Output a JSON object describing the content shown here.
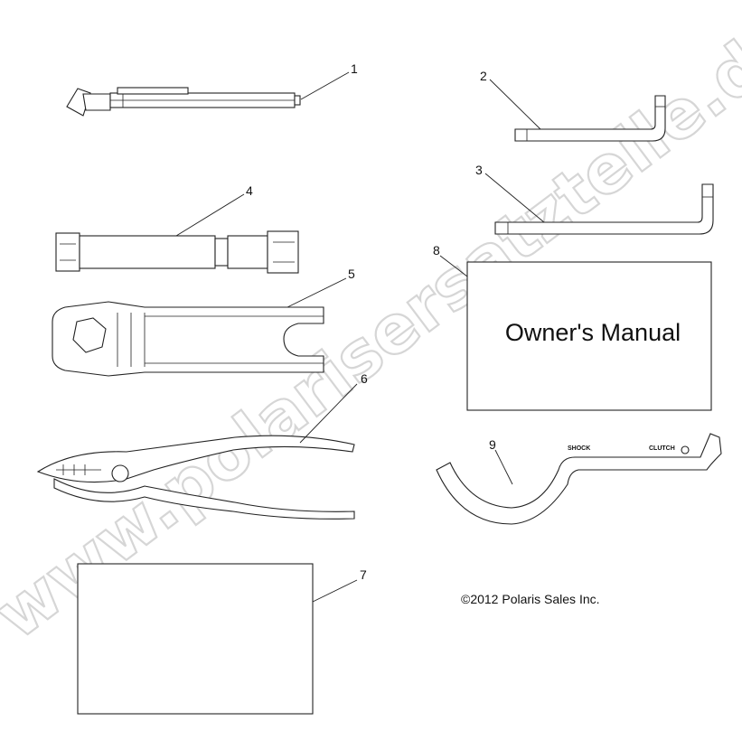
{
  "watermark": "www.polarisersatzteile.de",
  "copyright": "©2012 Polaris Sales Inc.",
  "parts": [
    {
      "callout": "1",
      "icon": "tire-pressure-gauge"
    },
    {
      "callout": "2",
      "icon": "hex-key-small"
    },
    {
      "callout": "3",
      "icon": "hex-key-large"
    },
    {
      "callout": "4",
      "icon": "spark-plug-socket-wrench"
    },
    {
      "callout": "5",
      "icon": "combination-wrench"
    },
    {
      "callout": "6",
      "icon": "pliers"
    },
    {
      "callout": "7",
      "icon": "tool-pouch-card"
    },
    {
      "callout": "8",
      "icon": "owners-manual",
      "text": "Owner's Manual"
    },
    {
      "callout": "9",
      "icon": "spanner-wrench",
      "markings": [
        "SHOCK",
        "CLUTCH"
      ]
    }
  ]
}
